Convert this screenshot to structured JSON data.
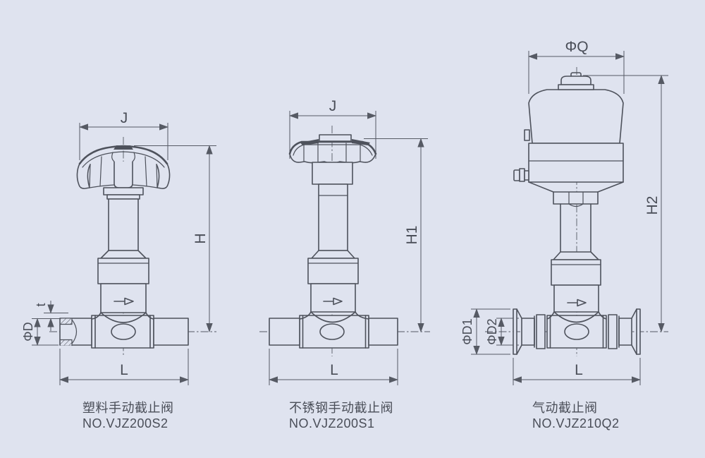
{
  "drawing": {
    "colors": {
      "background": "#dfe3ef",
      "line": "#4e525c",
      "text": "#4a4e58"
    },
    "valves": [
      {
        "caption": "塑料手动截止阀",
        "model": "NO.VJZ200S2",
        "dims": {
          "handwheel_width": "J",
          "height": "H",
          "wall_thickness": "t",
          "port_diameter": "ΦD",
          "length": "L"
        }
      },
      {
        "caption": "不锈钢手动截止阀",
        "model": "NO.VJZ200S1",
        "dims": {
          "handwheel_width": "J",
          "height": "H1",
          "length": "L"
        }
      },
      {
        "caption": "气动截止阀",
        "model": "NO.VJZ210Q2",
        "dims": {
          "actuator_diameter": "ΦQ",
          "height": "H2",
          "flange_diameter": "ΦD1",
          "port_diameter": "ΦD2",
          "length": "L"
        }
      }
    ]
  }
}
